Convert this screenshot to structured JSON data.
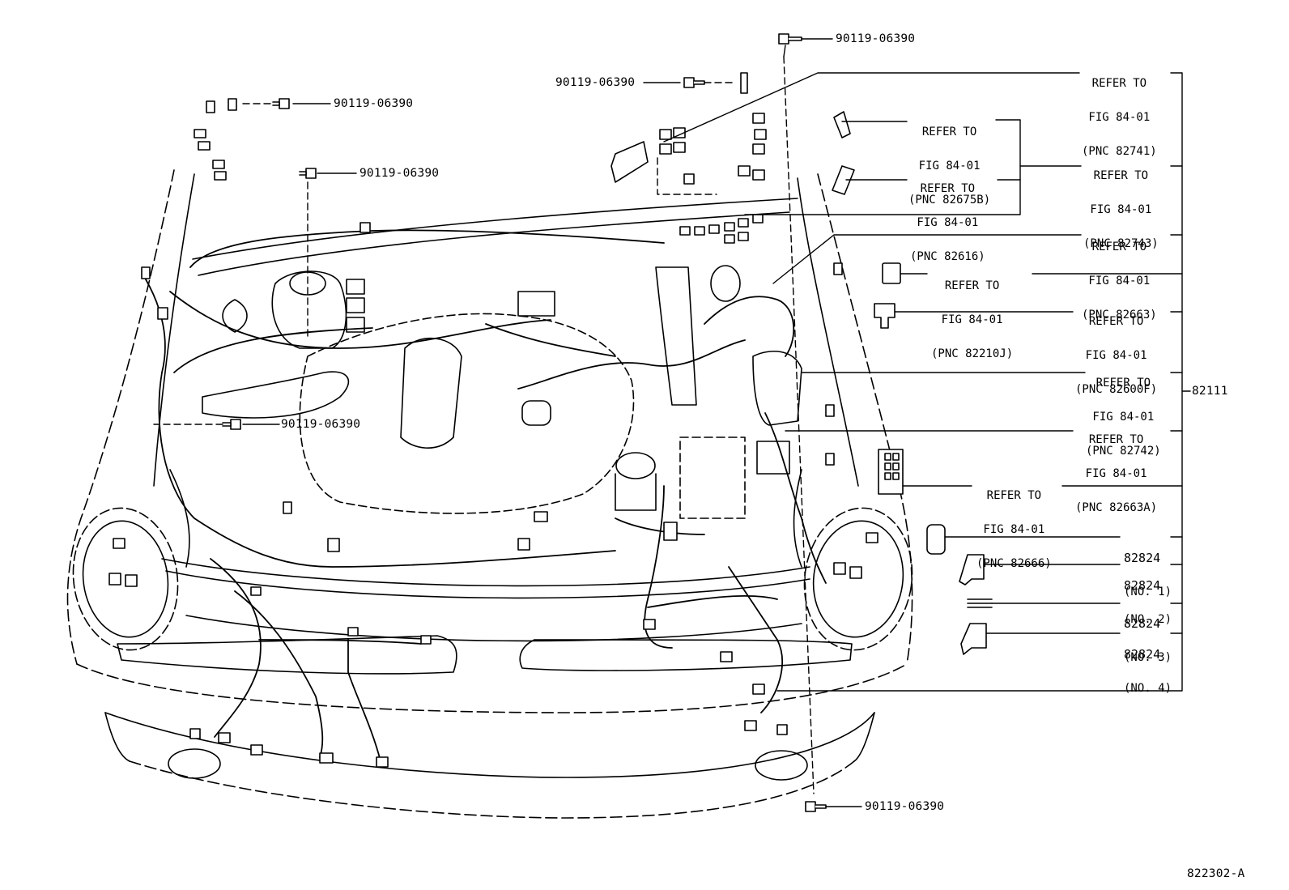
{
  "bolt_part_number": "90119-06390",
  "main_part_number": "82111",
  "figure_id": "822302-A",
  "refer_callouts": [
    {
      "line1": "REFER TO",
      "line2": "FIG 84-01",
      "line3": "(PNC 82741)"
    },
    {
      "line1": "REFER TO",
      "line2": "FIG 84-01",
      "line3": "(PNC 82675B)"
    },
    {
      "line1": "REFER TO",
      "line2": "FIG 84-01",
      "line3": "(PNC 82616)"
    },
    {
      "line1": "REFER TO",
      "line2": "FIG 84-01",
      "line3": "(PNC 82743)"
    },
    {
      "line1": "REFER TO",
      "line2": "FIG 84-01",
      "line3": "(PNC 82663)"
    },
    {
      "line1": "REFER TO",
      "line2": "FIG 84-01",
      "line3": "(PNC 82210J)"
    },
    {
      "line1": "REFER TO",
      "line2": "FIG 84-01",
      "line3": "(PNC 82600F)"
    },
    {
      "line1": "REFER TO",
      "line2": "FIG 84-01",
      "line3": "(PNC 82742)"
    },
    {
      "line1": "REFER TO",
      "line2": "FIG 84-01",
      "line3": "(PNC 82663A)"
    },
    {
      "line1": "REFER TO",
      "line2": "FIG 84-01",
      "line3": "(PNC 82666)"
    }
  ],
  "terminal_callouts": [
    {
      "part": "82824",
      "note": "(NO. 1)"
    },
    {
      "part": "82824",
      "note": "(NO. 2)"
    },
    {
      "part": "82824",
      "note": "(NO. 3)"
    },
    {
      "part": "82824",
      "note": "(NO. 4)"
    }
  ]
}
